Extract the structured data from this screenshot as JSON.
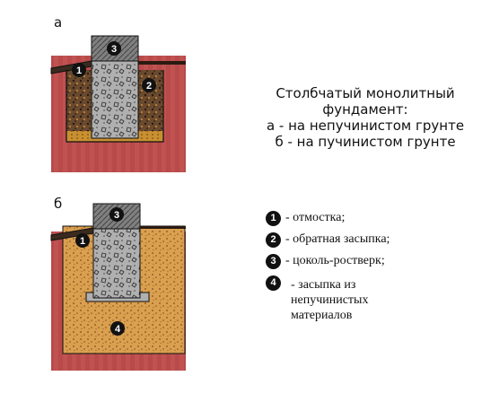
{
  "diagram_a": {
    "label": "а",
    "markers": [
      "1",
      "2",
      "3"
    ]
  },
  "diagram_b": {
    "label": "б",
    "markers": [
      "1",
      "3",
      "4"
    ]
  },
  "caption": {
    "line1": "Столбчатый монолитный",
    "line2": "фундамент:",
    "line3": "а - на непучинистом грунте",
    "line4": "б - на пучинистом грунте"
  },
  "legend": [
    {
      "num": "1",
      "text": "- отмостка;"
    },
    {
      "num": "2",
      "text": "- обратная засыпка;"
    },
    {
      "num": "3",
      "text": "- цоколь-ростверк;"
    },
    {
      "num": "4",
      "text": "- засыпка из непучинистых материалов"
    }
  ],
  "colors": {
    "soil": "#b84a4a",
    "sand": "#d9a050",
    "concrete": "#a8a8a8",
    "plinth": "#707070"
  }
}
